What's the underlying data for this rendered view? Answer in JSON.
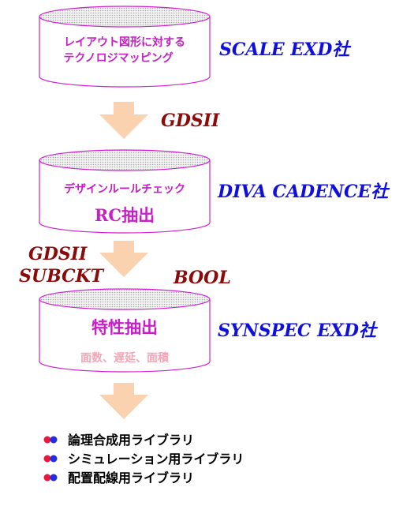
{
  "stages": [
    {
      "lines": [
        "レイアウト図形に対する",
        "テクノロジマッピング"
      ],
      "vendor": "SCALE EXD社"
    },
    {
      "lines": [
        "デザインルールチェック"
      ],
      "subtitle": "RC抽出",
      "vendor": "DIVA CADENCE社"
    },
    {
      "title": "特性抽出",
      "lines": [
        "面数、遅延、面積"
      ],
      "vendor": "SYNSPEC EXD社"
    }
  ],
  "flows": {
    "gdsii_1": "GDSII",
    "gdsii_2": "GDSII",
    "subckt": "SUBCKT",
    "bool": "BOOL"
  },
  "libraries": [
    "論理合成用ライブラリ",
    "シミュレーション用ライブラリ",
    "配置配線用ライブラリ"
  ],
  "colors": {
    "cylinder_outline": "#d020d0",
    "cylinder_top": "#e4e4e4",
    "arrow": "#fbd2b0",
    "vendor_text": "#1010dd",
    "flow_text": "#8b0a0a",
    "bullet_red": "#e8183c",
    "bullet_blue": "#2030e0"
  }
}
